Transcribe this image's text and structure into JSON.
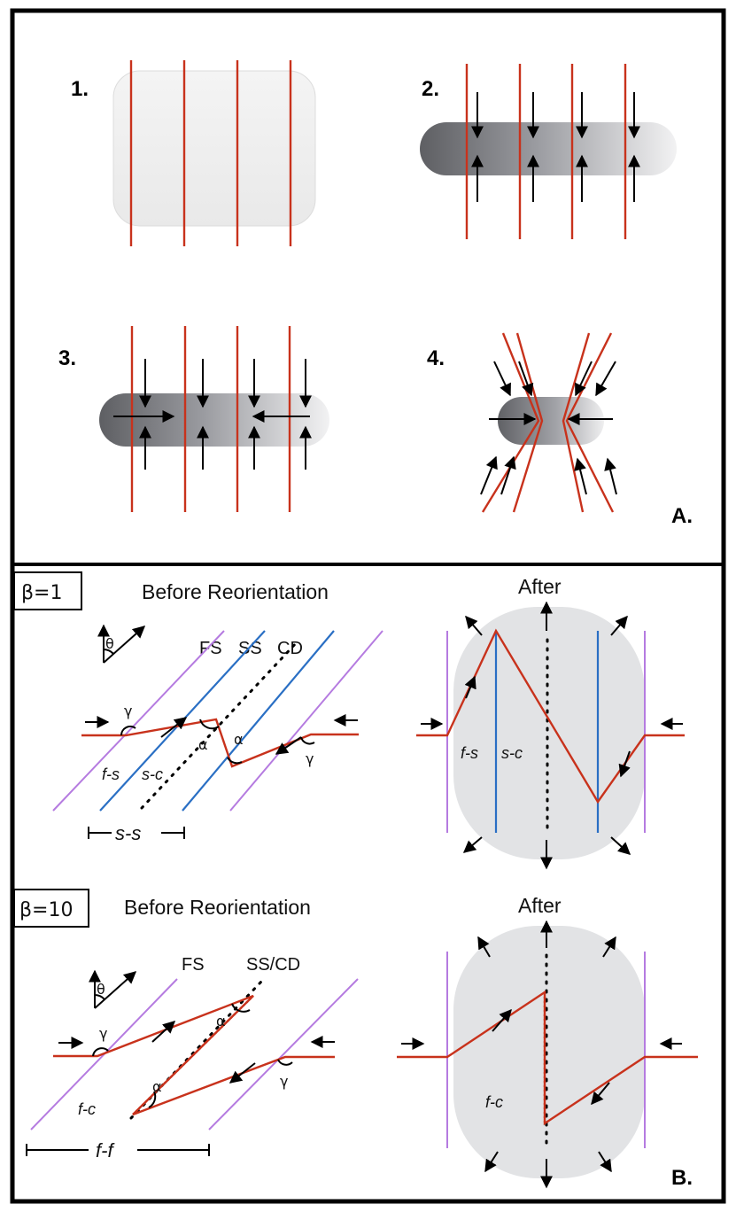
{
  "panel_a": {
    "step_labels": [
      "1.",
      "2.",
      "3.",
      "4."
    ],
    "panel_label": "A."
  },
  "panel_b": {
    "panel_label": "B.",
    "row1": {
      "beta_label": "β=1",
      "before_title": "Before Reorientation",
      "after_title": "After",
      "theta": "θ",
      "line_labels": [
        "FS",
        "SS",
        "CD"
      ],
      "gamma": "γ",
      "alpha": "α",
      "region_fs": "f-s",
      "region_sc": "s-c",
      "span_label": "s-s"
    },
    "row2": {
      "beta_label": "β=10",
      "before_title": "Before Reorientation",
      "after_title": "After",
      "theta": "θ",
      "line_labels": [
        "FS",
        "SS/CD"
      ],
      "gamma": "γ",
      "alpha": "α",
      "region_fc": "f-c",
      "span_label": "f-f"
    }
  }
}
